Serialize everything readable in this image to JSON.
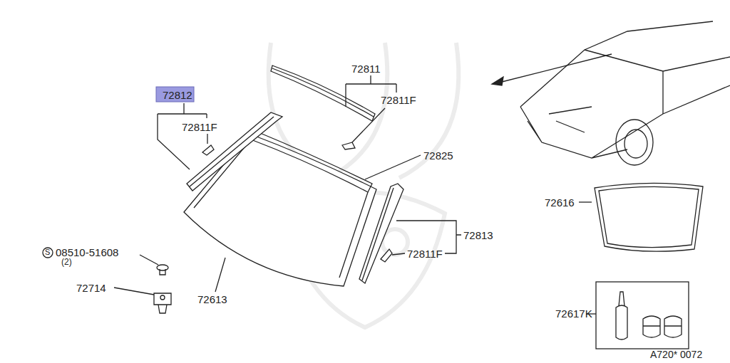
{
  "diagram": {
    "labels": [
      "72812",
      "72811F",
      "72811",
      "72811F",
      "72825",
      "72616",
      "72813",
      "72811F",
      "S",
      "08510-51608",
      "(2)",
      "72714",
      "72613",
      "72617K",
      "A720* 0072"
    ]
  }
}
